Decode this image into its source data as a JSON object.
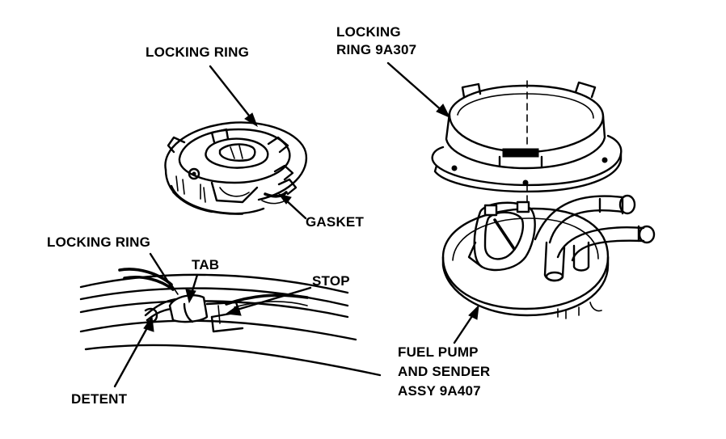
{
  "labels": {
    "locking_ring_top": "LOCKING RING",
    "locking_ring_9a307_line1": "LOCKING",
    "locking_ring_9a307_line2": "RING 9A307",
    "gasket": "GASKET",
    "locking_ring_left": "LOCKING RING",
    "tab": "TAB",
    "stop": "STOP",
    "detent": "DETENT",
    "fuel_pump_line1": "FUEL PUMP",
    "fuel_pump_line2": "AND SENDER",
    "fuel_pump_line3": "ASSY 9A407"
  },
  "colors": {
    "ink": "#000000",
    "paper": "#ffffff"
  }
}
